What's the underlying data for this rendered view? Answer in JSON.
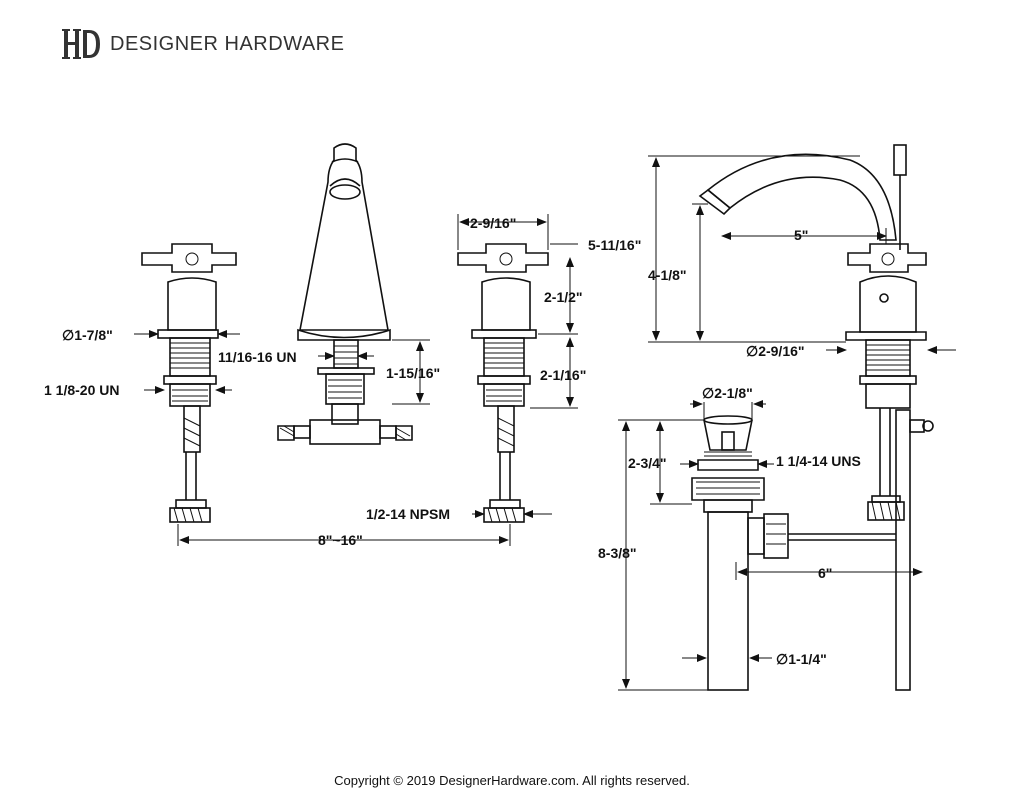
{
  "header": {
    "brand": "DESIGNER HARDWARE",
    "logo_letters": "HD"
  },
  "dimensions": {
    "handle_dia": "∅1-7/8\"",
    "handle_thread": "1 1/8-20 UN",
    "spout_thread": "11/16-16 UN",
    "spout_shank": "1-15/16\"",
    "handle_width": "2-9/16\"",
    "handle_height": "2-1/2\"",
    "handle_shank": "2-1/16\"",
    "supply_thread": "1/2-14 NPSM",
    "spread": "8\"~16\"",
    "spout_height": "5-11/16\"",
    "spout_clearance": "4-1/8\"",
    "spout_reach": "5\"",
    "base_dia": "∅2-9/16\"",
    "drain_dia": "∅2-1/8\"",
    "drain_height": "2-3/4\"",
    "drain_thread": "1 1/4-14 UNS",
    "tailpiece_length": "8-3/8\"",
    "pop_up_rod": "6\"",
    "tailpiece_dia": "∅1-1/4\""
  },
  "footer": {
    "copyright": "Copyright © 2019 DesignerHardware.com. All rights reserved."
  }
}
